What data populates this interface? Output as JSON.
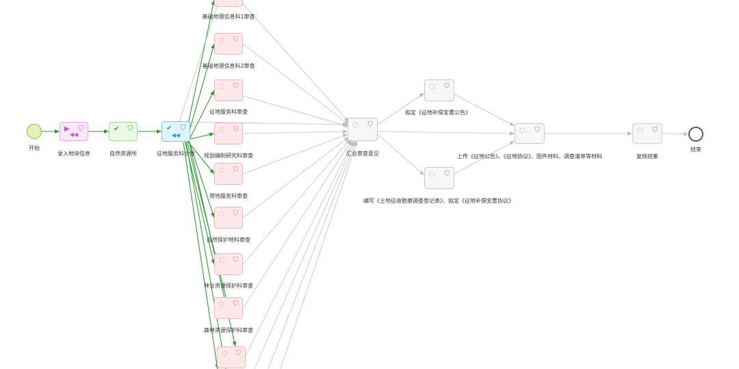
{
  "diagram": {
    "start_label": "开始",
    "end_label": "结束",
    "tasks": {
      "input": "录入地块信息",
      "nature": "自然资源所",
      "dispatch": "征地服务科分发",
      "review1": "基础地理信息科1审查",
      "review2": "基础地理信息科2审查",
      "review3": "征地服务科审查",
      "review4": "规划编制研究科审查",
      "review5": "用地服务科审查",
      "review6": "自然保护地科审查",
      "review7": "林业资源保护科审查",
      "review8": "森林资源保护科审查",
      "summary": "汇总审查意见",
      "draft_notice": "拟定《征地补偿安置公告》",
      "draft_agreement": "编写《土地征收勘察调查登记表》，拟定《征地补偿安置协议》",
      "upload": "上传《征地公告》、《征地协议》、图件材料、调查清单等材料",
      "archive": "复核结案"
    },
    "icons": {
      "task": "user-icon",
      "timer": "clock-icon",
      "done": "check-icon",
      "start": "play-icon",
      "loop": "rewind-icon"
    },
    "colors": {
      "flow_active": "#2e9a2e",
      "flow_inactive": "#bdbdbd"
    }
  }
}
